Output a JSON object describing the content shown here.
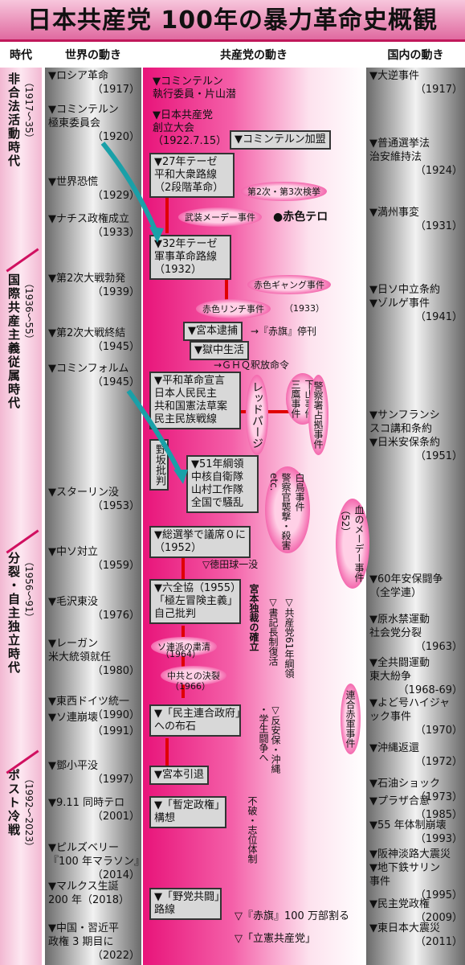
{
  "title": "日本共産党 100年の暴力革命史概観",
  "headers": {
    "era": "時代",
    "world": "世界の動き",
    "party": "共産党の動き",
    "domestic": "国内の動き"
  },
  "eras": [
    {
      "label": "非合法活動時代",
      "years": "（1917〜35）"
    },
    {
      "label": "国際共産主義従属時代",
      "years": "（1936〜55）"
    },
    {
      "label": "分裂・自主独立時代",
      "years": "（1956〜91）"
    },
    {
      "label": "ポスト冷戦",
      "years": "（1992〜2023）"
    }
  ],
  "world": [
    {
      "text": "▼ロシア革命",
      "year": "（1917）"
    },
    {
      "text": "▼コミンテルン\n極東委員会",
      "year": "（1920）"
    },
    {
      "text": "▼世界恐慌",
      "year": "（1929）"
    },
    {
      "text": "▼ナチス政権成立",
      "year": "（1933）"
    },
    {
      "text": "▼第2次大戦勃発",
      "year": "（1939）"
    },
    {
      "text": "▼第2次大戦終結",
      "year": "（1945）"
    },
    {
      "text": "▼コミンフォルム",
      "year": "（1945）"
    },
    {
      "text": "▼スターリン没",
      "year": "（1953）"
    },
    {
      "text": "▼中ソ対立",
      "year": "（1959）"
    },
    {
      "text": "▼毛沢東没",
      "year": "（1976）"
    },
    {
      "text": "▼レーガン\n米大統領就任",
      "year": "（1980）"
    },
    {
      "text": "▼東西ドイツ統一",
      "year": "（1990）"
    },
    {
      "text": "▼ソ連崩壊",
      "year": "（1991）"
    },
    {
      "text": "▼鄧小平没",
      "year": "（1997）"
    },
    {
      "text": "▼9.11 同時テロ",
      "year": "（2001）"
    },
    {
      "text": "▼ピルズベリー\n『100 年マラソン』",
      "year": "（2014）"
    },
    {
      "text": "▼マルクス生誕\n200 年（2018）",
      "year": ""
    },
    {
      "text": "▼中国・習近平\n政権 3 期目に",
      "year": "（2022）"
    }
  ],
  "party": {
    "comintern": "▼コミンテルン\n執行委員・片山潜",
    "founding": "▼日本共産党\n創立大会\n（1922.7.15）",
    "join": "▼コミンテルン加盟",
    "thesis27": "▼27年テーゼ\n平和大衆路線\n（2段階革命）",
    "arrests": "第2次・第3次検挙",
    "mayday": "武装メーデー事件",
    "redterror": "●赤色テロ",
    "thesis32": "▼32年テーゼ\n軍事革命路線\n（1932）",
    "gang": "赤色ギャング事件",
    "lynch": "赤色リンチ事件",
    "lynch_year": "（1933）",
    "miyamoto_arrest": "▼宮本逮捕",
    "akahata_stop": "→『赤旗』停刊",
    "prison": "▼獄中生活",
    "ghq": "→ＧＨＱ釈放命令",
    "peace": "▼平和革命宣言\n日本人民民主\n共和国憲法草案\n民主民族戦線",
    "redpurge": "レッドパージ",
    "shimoyama": "下山事件\n三鷹事件",
    "police": "警察署占拠事件",
    "nosaka": "野坂批判",
    "thesis51": "▼51年綱領\n中核自衛隊\n山村工作隊\n全国で騒乱",
    "shiratori": "白鳥事件\n警察官襲撃・殺害\netc.",
    "bloodmay": "血のメーデー事件\n（52）",
    "election": "▼総選挙で議席０に\n（1952）",
    "tokuda": "▽徳田球一没",
    "rokuzen": "▼六全協（1955）\n「極左冒険主義」\n自己批判",
    "miyamoto_dict": "宮本独裁の確立",
    "secgen": "▽書記長制復活",
    "prog61": "▽共産党61年綱領",
    "sovpurge": "ソ連派の粛清",
    "sovpurge_year": "（1964）",
    "chinesplit": "中共との決裂",
    "chinesplit_year": "（1966）",
    "rengo": "連合赤軍事件",
    "democoalition": "▼「民主連合政府」\nへの布石",
    "antianpo": "▽反安保・沖縄\n・学生闘争へ",
    "miyamoto_retire": "▼宮本引退",
    "provisional": "▼「暫定政権」\n構想",
    "fuha": "不破・志位体制",
    "opposition": "▼「野党共闘」\n路線",
    "akahata_million": "▽『赤旗』100 万部割る",
    "rikken": "▽「立憲共産党」"
  },
  "domestic": [
    {
      "text": "▼大逆事件",
      "year": "（1917）"
    },
    {
      "text": "▼普通選挙法\n治安維持法",
      "year": "（1924）"
    },
    {
      "text": "▼満州事変",
      "year": "（1931）"
    },
    {
      "text": "▼日ソ中立条約\n▼ゾルゲ事件",
      "year": "（1941）"
    },
    {
      "text": "▼サンフランシ\nスコ講和条約\n▼日米安保条約",
      "year": "（1951）"
    },
    {
      "text": "▼60年安保闘争\n（全学連）",
      "year": ""
    },
    {
      "text": "▼原水禁運動\n社会党分裂",
      "year": "（1963）"
    },
    {
      "text": "▼全共闘運動\n東大紛争",
      "year": "（1968-69）"
    },
    {
      "text": "▼よど号ハイジャ\nック事件",
      "year": "（1970）"
    },
    {
      "text": "▼沖縄返還",
      "year": "（1972）"
    },
    {
      "text": "▼石油ショック",
      "year": "（1973）"
    },
    {
      "text": "▼プラザ合意",
      "year": "（1985）"
    },
    {
      "text": "▼55 年体制崩壊",
      "year": "（1993）"
    },
    {
      "text": "▼阪神淡路大震災\n▼地下鉄サリン\n事件",
      "year": "（1995）"
    },
    {
      "text": "▼民主党政権",
      "year": "（2009）"
    },
    {
      "text": "▼東日本大震災",
      "year": "（2011）"
    }
  ]
}
